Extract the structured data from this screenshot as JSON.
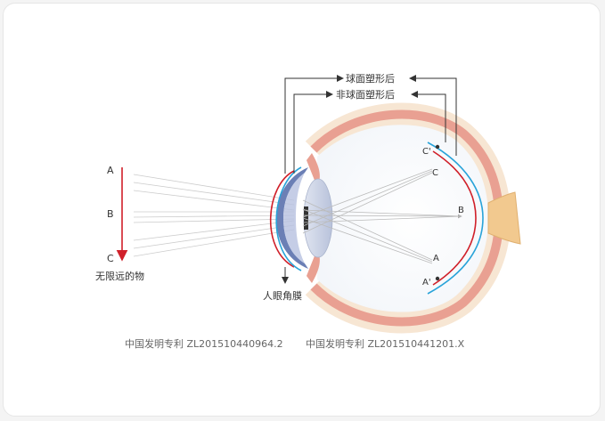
{
  "labels": {
    "spherical_after": "球面塑形后",
    "aspherical_after": "非球面塑形后",
    "object_a": "A",
    "object_b": "B",
    "object_c": "C",
    "object_caption": "无限远的物",
    "cornea_caption": "人眼角膜",
    "image_c_prime": "C'",
    "image_c": "C",
    "image_b": "B",
    "image_a": "A",
    "image_a_prime": "A'"
  },
  "footer": {
    "patent_1": "中国发明专利 ZL201510440964.2",
    "patent_2": "中国发明专利 ZL201510441201.X"
  },
  "colors": {
    "object_arrow": "#d0202a",
    "aspheric_curve": "#d0202a",
    "spheric_curve": "#29a3d9",
    "eye_wall": "#e9a092",
    "eye_wall_inner": "#f6d9c2",
    "optic_nerve": "#f2c98f",
    "lens": "#c9d1e6",
    "cornea": "#6b7fb5"
  }
}
